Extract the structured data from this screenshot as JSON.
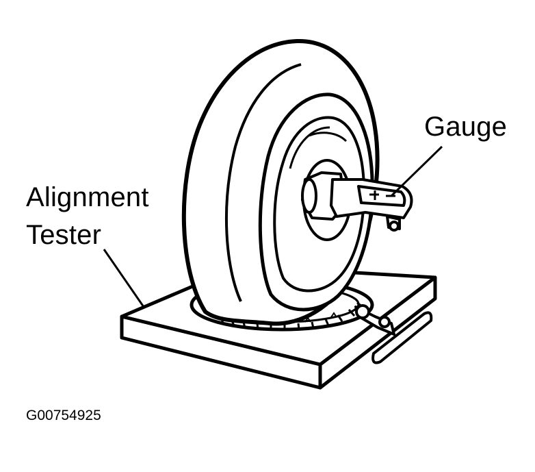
{
  "labels": {
    "gauge": "Gauge",
    "alignment_tester_line1": "Alignment",
    "alignment_tester_line2": "Tester"
  },
  "figure_id": "G00754925",
  "colors": {
    "ink": "#000000",
    "paper": "#ffffff"
  }
}
